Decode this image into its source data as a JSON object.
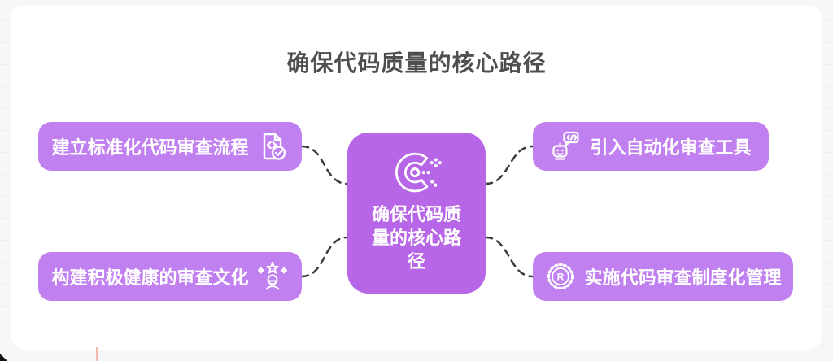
{
  "title": "确保代码质量的核心路径",
  "center": {
    "label": "确保代码质量的核心路径",
    "icon": "c-ring-logo-icon"
  },
  "branches": [
    {
      "id": "top-left",
      "label": "建立标准化代码审查流程",
      "icon": "document-check-icon",
      "icon_side": "right"
    },
    {
      "id": "top-right",
      "label": "引入自动化审查工具",
      "icon": "robot-code-icon",
      "icon_side": "left"
    },
    {
      "id": "bottom-left",
      "label": "构建积极健康的审查文化",
      "icon": "star-person-icon",
      "icon_side": "right"
    },
    {
      "id": "bottom-right",
      "label": "实施代码审查制度化管理",
      "icon": "registered-seal-icon",
      "icon_side": "left",
      "icon_letter": "R"
    }
  ],
  "colors": {
    "branch_node_bg": "#c180ef",
    "center_node_bg": "#b666e7",
    "node_text": "#ffffff",
    "title_text": "#4f4f4f",
    "connector": "#3b3b3b",
    "canvas_bg": "#f7f7f8",
    "card_bg": "#ffffff",
    "accent_tick": "#f2b9b2"
  }
}
